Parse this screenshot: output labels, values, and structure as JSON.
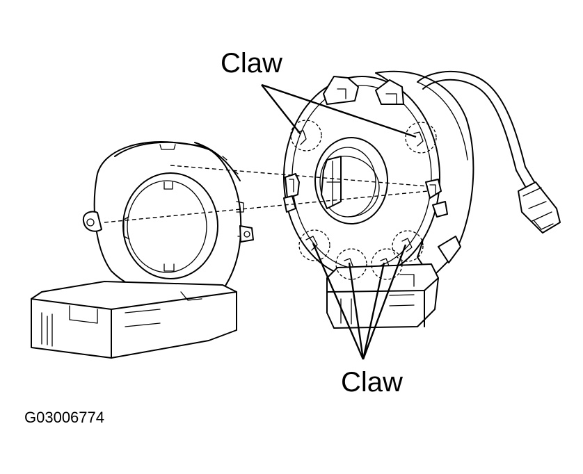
{
  "labels": {
    "claw_top": "Claw",
    "claw_bottom": "Claw"
  },
  "figure_code": "G03006774"
}
